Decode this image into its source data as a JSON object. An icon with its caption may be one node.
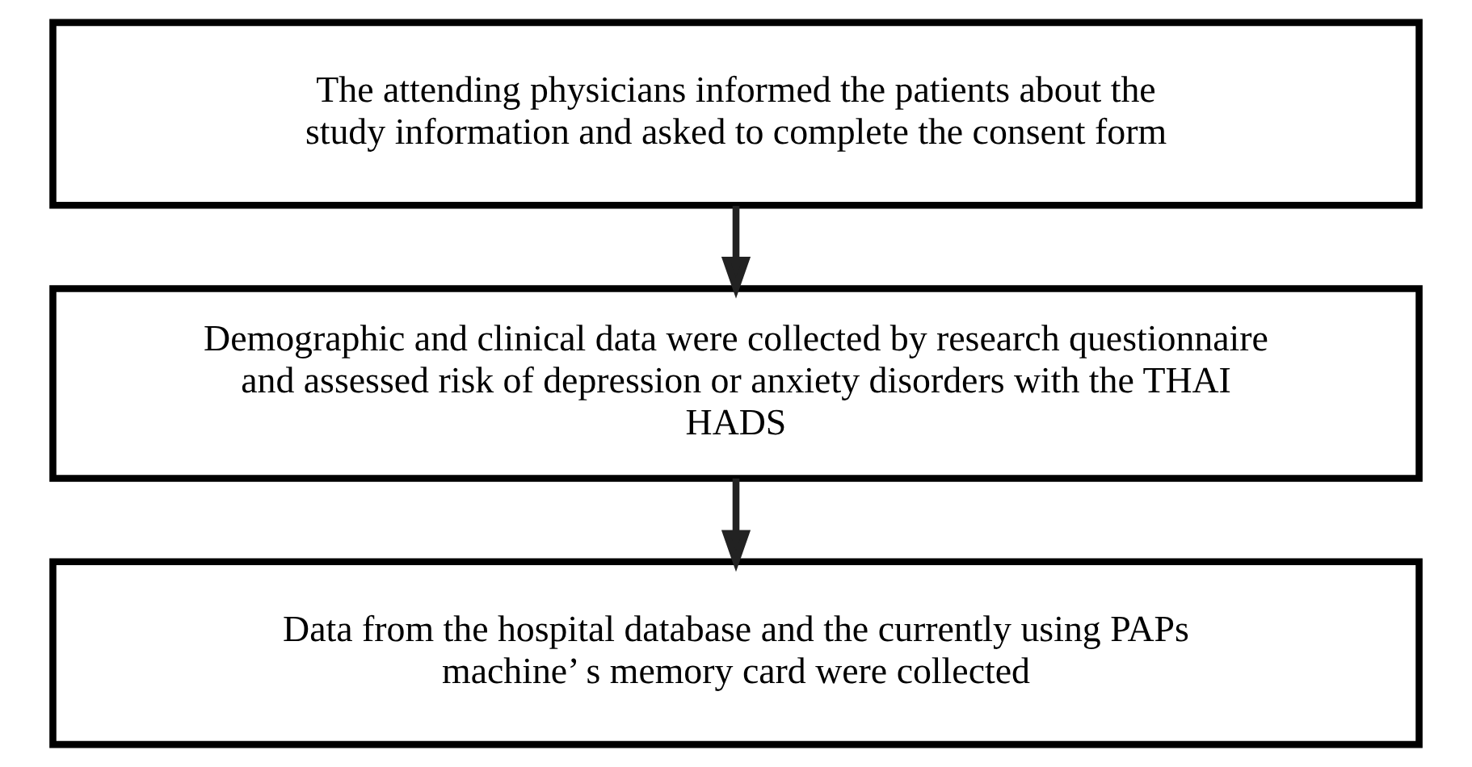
{
  "diagram": {
    "nodes": [
      {
        "text": [
          "The attending physicians informed the patients about the study information and asked to complete the consent form"
        ]
      },
      {
        "text": [
          "Demographic and clinical data were collected by research questionnaire and assessed risk of depression or anxiety disorders with the THAI HADS"
        ]
      },
      {
        "text": [
          "Data from the hospital database and the currently using PAPs machine’ s memory card were collected"
        ]
      }
    ],
    "edges": [
      {
        "from": 0,
        "to": 1,
        "arrow": "to"
      },
      {
        "from": 1,
        "to": 2,
        "arrow": "to"
      }
    ]
  }
}
